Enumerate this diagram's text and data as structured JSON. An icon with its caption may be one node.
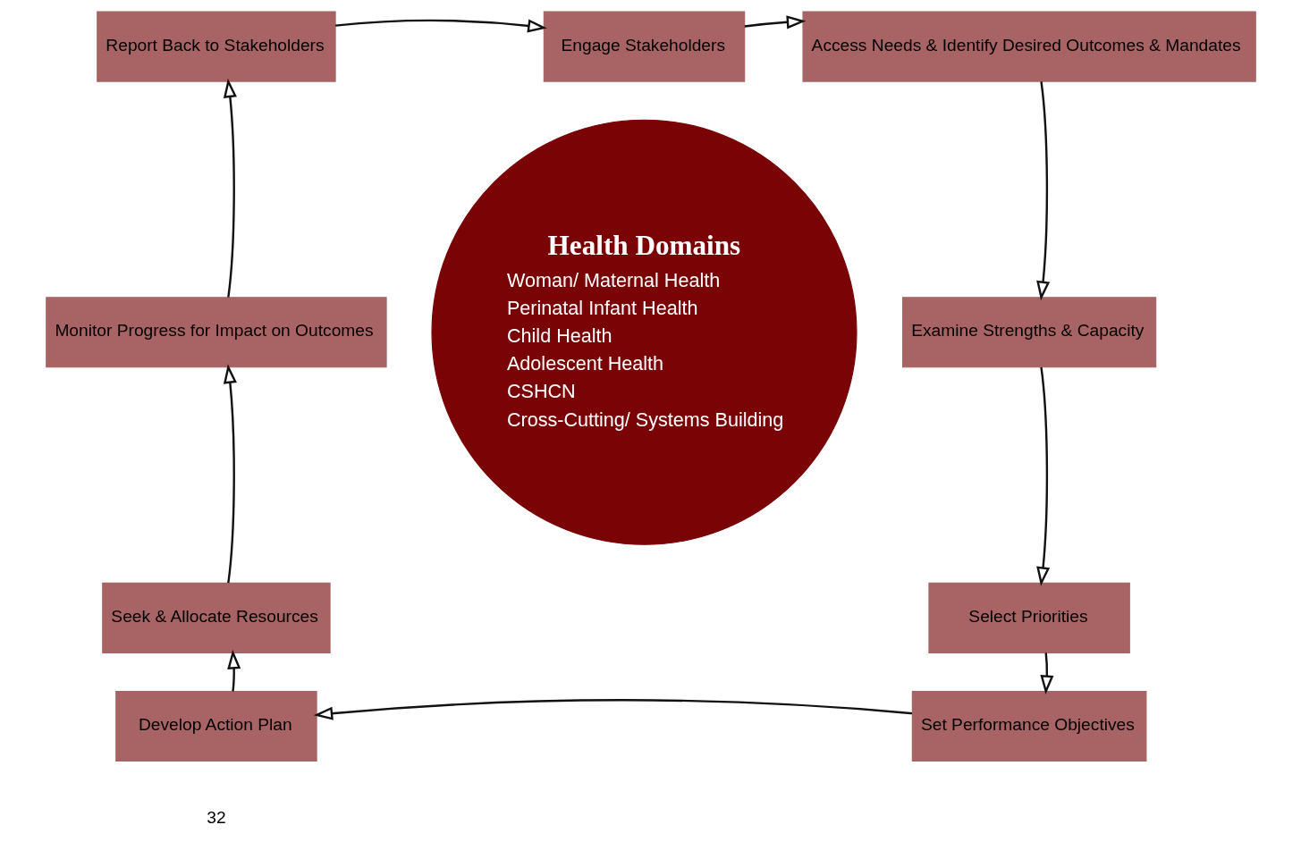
{
  "diagram": {
    "nodes": [
      {
        "text": [
          "Engage Stakeholders"
        ]
      },
      {
        "text": [
          "Access Needs & Identify Desired Outcomes & Mandates"
        ]
      },
      {
        "text": [
          "Examine Strengths & Capacity"
        ]
      },
      {
        "text": [
          "Select Priorities"
        ]
      },
      {
        "text": [
          "Set Performance Objectives"
        ]
      },
      {
        "text": [
          "Develop Action Plan"
        ]
      },
      {
        "text": [
          "Seek & Allocate Resources"
        ]
      },
      {
        "text": [
          "Monitor Progress for Impact on Outcomes"
        ]
      },
      {
        "text": [
          "Report Back to Stakeholders"
        ]
      },
      {
        "text": [
          "Health Domains",
          "Woman/ Maternal Health",
          "Perinatal Infant Health",
          "Child Health",
          "Adolescent Health",
          "CSHCN",
          "Cross-Cutting/ Systems Building"
        ]
      }
    ],
    "edges": [
      {
        "from": 0,
        "to": 1,
        "arrow": "to"
      },
      {
        "from": 1,
        "to": 2,
        "arrow": "to"
      },
      {
        "from": 2,
        "to": 3,
        "arrow": "to"
      },
      {
        "from": 3,
        "to": 4,
        "arrow": "to"
      },
      {
        "from": 4,
        "to": 5,
        "arrow": "to"
      },
      {
        "from": 5,
        "to": 6,
        "arrow": "to"
      },
      {
        "from": 6,
        "to": 7,
        "arrow": "to"
      },
      {
        "from": 7,
        "to": 8,
        "arrow": "to"
      },
      {
        "from": 8,
        "to": 0,
        "arrow": "to"
      }
    ],
    "labels": [
      "32"
    ]
  }
}
